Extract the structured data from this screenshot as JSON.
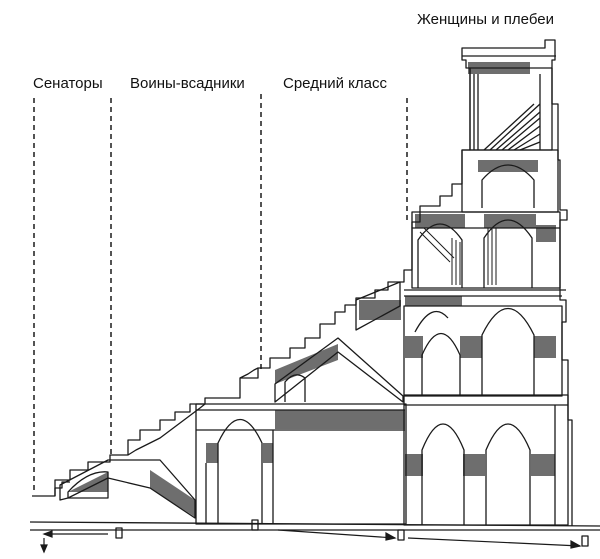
{
  "diagram": {
    "zones": [
      {
        "id": "senators",
        "label": "Сенаторы"
      },
      {
        "id": "equestrians",
        "label": "Воины-всадники"
      },
      {
        "id": "middle-class",
        "label": "Средний класс"
      },
      {
        "id": "women-plebs",
        "label": "Женщины и плебеи"
      }
    ]
  },
  "colors": {
    "line": "#1a1a1a",
    "shade": "#6e6e6e",
    "background": "#ffffff"
  }
}
